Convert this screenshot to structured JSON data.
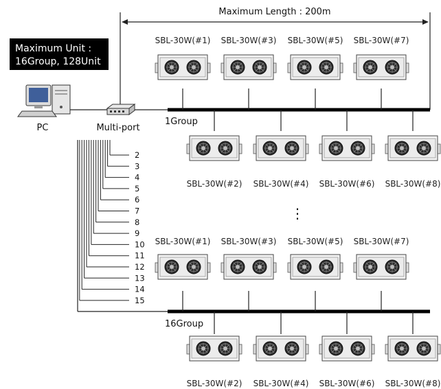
{
  "header": {
    "max_length": "Maximum Length : 200m"
  },
  "badge": {
    "line1": "Maximum Unit :",
    "line2": "16Group, 128Unit"
  },
  "devices": {
    "pc": "PC",
    "multiport": "Multi-port"
  },
  "ports": [
    "2",
    "3",
    "4",
    "5",
    "6",
    "7",
    "8",
    "9",
    "10",
    "11",
    "12",
    "13",
    "14",
    "15"
  ],
  "groups": [
    {
      "name": "1Group",
      "top_units": [
        "SBL-30W(#1)",
        "SBL-30W(#3)",
        "SBL-30W(#5)",
        "SBL-30W(#7)"
      ],
      "bottom_units": [
        "SBL-30W(#2)",
        "SBL-30W(#4)",
        "SBL-30W(#6)",
        "SBL-30W(#8)"
      ]
    },
    {
      "name": "16Group",
      "top_units": [
        "SBL-30W(#1)",
        "SBL-30W(#3)",
        "SBL-30W(#5)",
        "SBL-30W(#7)"
      ],
      "bottom_units": [
        "SBL-30W(#2)",
        "SBL-30W(#4)",
        "SBL-30W(#6)",
        "SBL-30W(#8)"
      ]
    }
  ],
  "ellipsis": "⋮"
}
